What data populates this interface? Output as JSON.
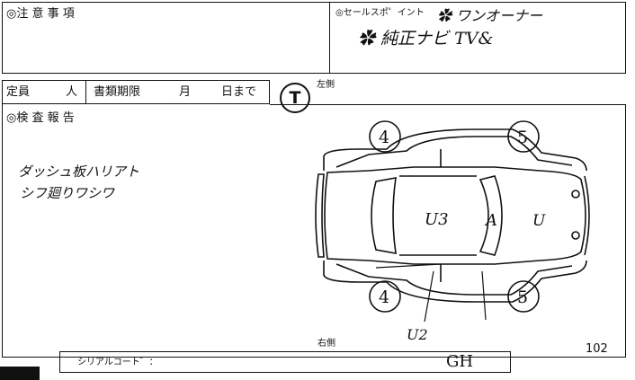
{
  "notes_header": {
    "caution_label": "◎注 意 事 項",
    "selling_points_label": "◎セールスポ゜イント",
    "selling_points": [
      "✿ ワンオーナー",
      "✿ 純正ナビ TV&"
    ]
  },
  "info_row": {
    "capacity_label": "定員",
    "capacity_unit": "人",
    "document_expiry_label": "書類期限",
    "month_unit": "月",
    "day_until": "日まで"
  },
  "inspection": {
    "report_label": "◎検 査 報 告",
    "grade_stamp": "T",
    "handwritten_lines": [
      "ダッシュ板ハリアト",
      "シフ廻りワシワ"
    ]
  },
  "diagram": {
    "left_side_label": "左側",
    "right_side_label": "右側",
    "tire_marks": [
      "4",
      "5",
      "4",
      "5"
    ],
    "body_marks": [
      "U3",
      "A",
      "U"
    ],
    "bottom_mark": "U2"
  },
  "footer": {
    "page_number": "102",
    "serial_label": "シリアルコート゛：",
    "serial_value": "GH"
  }
}
